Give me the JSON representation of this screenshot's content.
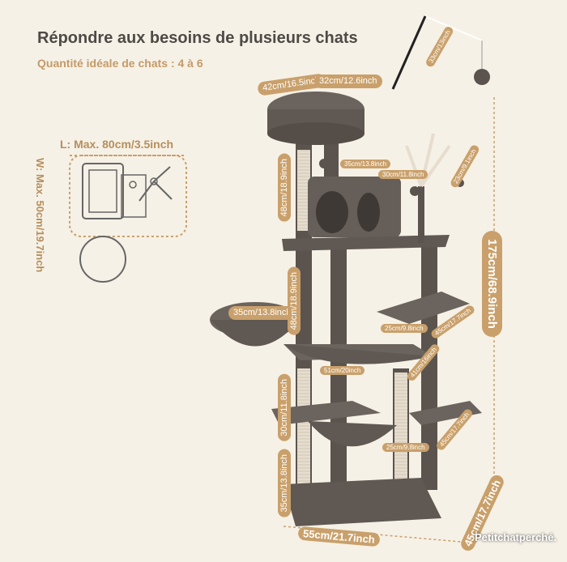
{
  "header": {
    "title": "Répondre aux besoins de plusieurs chats",
    "subtitle": "Quantité idéale de chats : 4 à 6"
  },
  "footprint": {
    "length_label": "L: Max. 80cm/3.5inch",
    "width_label": "W: Max. 50cm/19.7inch"
  },
  "dimensions": {
    "top_bed_width": "42cm/16.5inch",
    "top_bed_depth": "32cm/12.6inch",
    "toy_length": "33cm/13inch",
    "total_height": "175cm/68.9inch",
    "condo_width": "35cm/13.8inch",
    "condo_height": "30cm/11.8inch",
    "upper_post": "48cm/18.9inch",
    "top_posts": "23cm/9.1inch",
    "basket": "35cm/13.8inch",
    "middle_post": "48cm/18.9inch",
    "platform_width": "25cm/9.8inch",
    "platform_depth": "45cm/17.7inch",
    "hammock_width": "51cm/20inch",
    "hammock_depth": "41cm/16inch",
    "lower_post": "30cm/11.8inch",
    "lower_platform_width": "25cm/9.8inch",
    "lower_platform_depth": "45cm/17.7inch",
    "bottom_post": "35cm/13.8inch",
    "base_width": "55cm/21.7inch",
    "base_depth": "45cm/17.7inch"
  },
  "brand": {
    "part1": "Petitchat",
    "part2": "perché."
  },
  "colors": {
    "background": "#f6f1e6",
    "accent": "#c9a06b",
    "plush": "#5f5853",
    "sisal": "#e6ddcf"
  }
}
